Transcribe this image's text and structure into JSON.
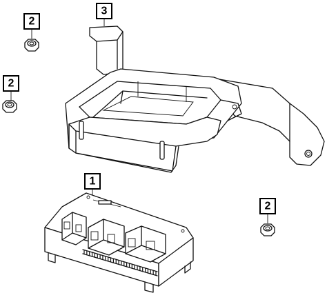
{
  "callouts": {
    "nut_top_left": "2",
    "nut_mid_left": "2",
    "bracket": "3",
    "module": "1",
    "nut_right": "2"
  }
}
